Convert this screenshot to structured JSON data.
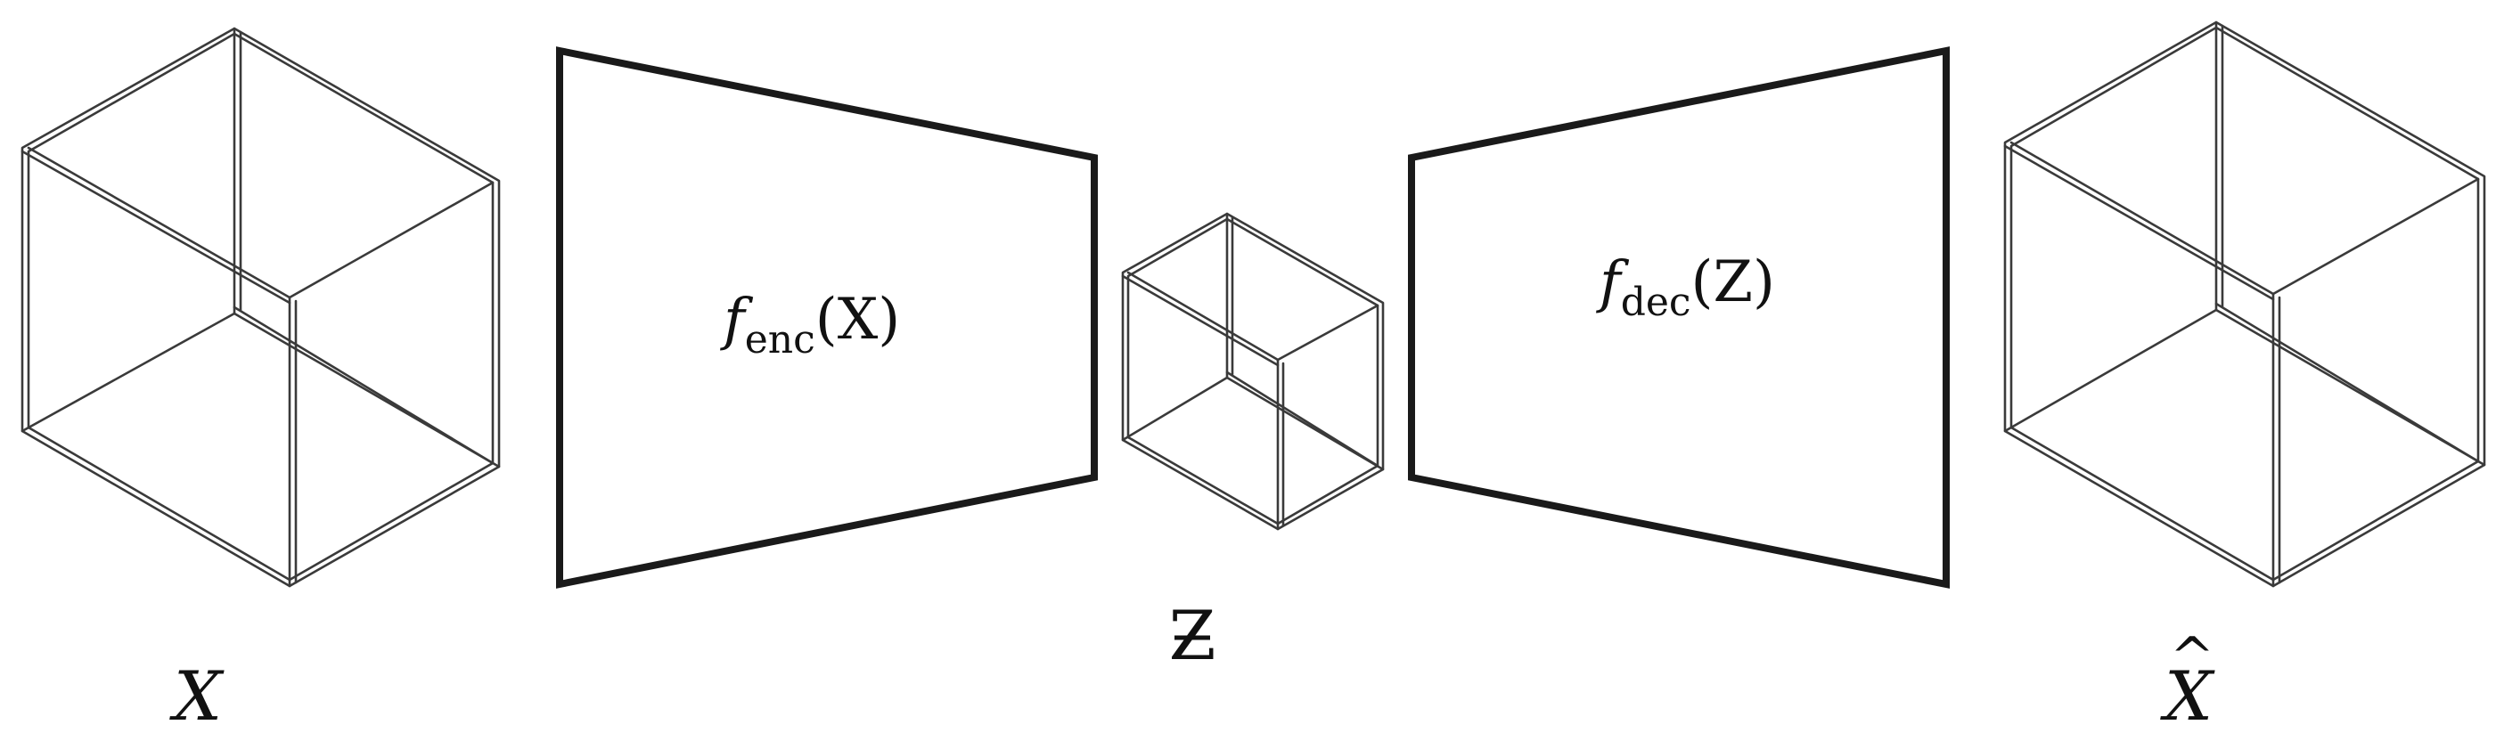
{
  "diagram": {
    "input_label": "X",
    "latent_label": "Z",
    "output_label": "X",
    "output_hat": "^",
    "encoder": {
      "func": "f",
      "subscript": "enc",
      "open_paren": "(",
      "argument": "X",
      "close_paren": ")"
    },
    "decoder": {
      "func": "f",
      "subscript": "dec",
      "open_paren": "(",
      "argument": "Z",
      "close_paren": ")"
    }
  }
}
